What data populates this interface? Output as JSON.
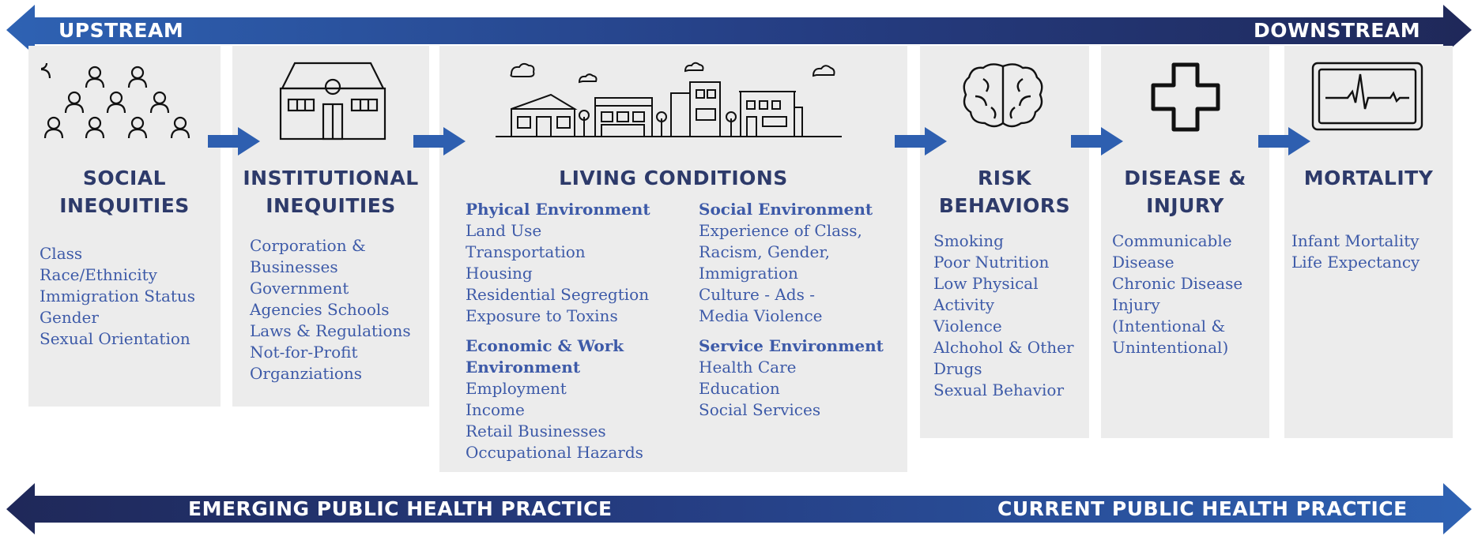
{
  "top_band": {
    "left_label": "UPSTREAM",
    "right_label": "DOWNSTREAM"
  },
  "bottom_band": {
    "left_label": "EMERGING PUBLIC HEALTH PRACTICE",
    "right_label": "CURRENT PUBLIC HEALTH PRACTICE"
  },
  "social_inequities": {
    "title_line1": "SOCIAL",
    "title_line2": "INEQUITIES",
    "items": [
      "Class",
      "Race/Ethnicity",
      "Immigration Status",
      "Gender",
      "Sexual Orientation"
    ]
  },
  "institutional_inequities": {
    "title_line1": "INSTITUTIONAL",
    "title_line2": "INEQUITIES",
    "items": [
      "Corporation &",
      "Businesses",
      "Government",
      "Agencies Schools",
      "Laws & Regulations",
      "Not-for-Profit",
      "Organziations"
    ]
  },
  "living_conditions": {
    "title": "LIVING CONDITIONS",
    "physical": {
      "heading": "Phyical Environment",
      "items": [
        "Land Use",
        "Transportation",
        "Housing",
        "Residential Segregtion",
        "Exposure to Toxins"
      ]
    },
    "economic": {
      "heading_line1": "Economic & Work",
      "heading_line2": "Environment",
      "items": [
        "Employment",
        "Income",
        "Retail Businesses",
        "Occupational Hazards"
      ]
    },
    "social": {
      "heading": "Social Environment",
      "items": [
        "Experience of Class,",
        "Racism, Gender,",
        "Immigration",
        "Culture - Ads -",
        "Media Violence"
      ]
    },
    "service": {
      "heading": "Service Environment",
      "items": [
        "Health Care",
        "Education",
        "Social Services"
      ]
    }
  },
  "risk_behaviors": {
    "title_line1": "RISK",
    "title_line2": "BEHAVIORS",
    "items": [
      "Smoking",
      "Poor Nutrition",
      "Low Physical",
      "Activity",
      "Violence",
      "Alchohol & Other",
      "Drugs",
      "Sexual Behavior"
    ]
  },
  "disease_injury": {
    "title_line1": "DISEASE &",
    "title_line2": "INJURY",
    "items": [
      "Communicable",
      "Disease",
      "Chronic Disease",
      "Injury",
      "(Intentional &",
      "Unintentional)"
    ]
  },
  "mortality": {
    "title": "MORTALITY",
    "items": [
      "Infant Mortality",
      "Life Expectancy"
    ]
  },
  "icons": {
    "people": "people-icon",
    "building": "building-icon",
    "houses": "neighborhood-icon",
    "brain": "brain-icon",
    "cross": "medical-cross-icon",
    "monitor": "heart-monitor-icon"
  },
  "colors": {
    "band_dark": "#1f2c5e",
    "band_light": "#2e5fb0",
    "panel": "#ececec",
    "title": "#2d3a6a",
    "text": "#3d5aa8",
    "arrow": "#2e5fb0"
  }
}
